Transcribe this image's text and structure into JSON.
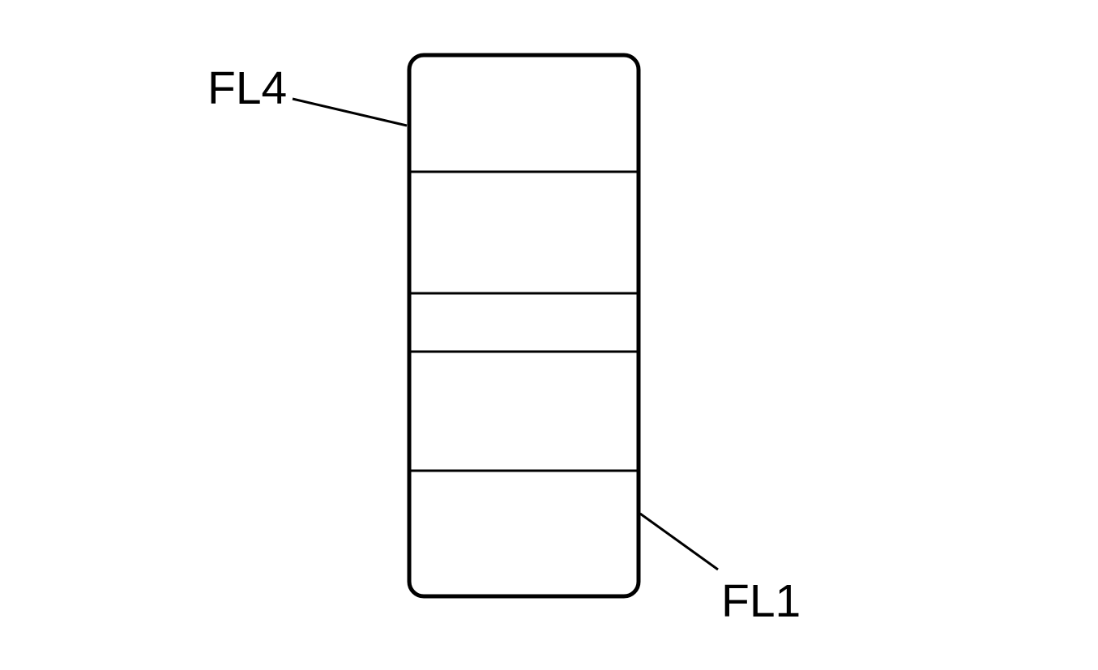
{
  "diagram": {
    "callouts": {
      "top": {
        "label": "FL4"
      },
      "bottom": {
        "label": "FL1"
      }
    },
    "sections": 5,
    "colors": {
      "line": "#000000",
      "background": "#ffffff"
    }
  }
}
